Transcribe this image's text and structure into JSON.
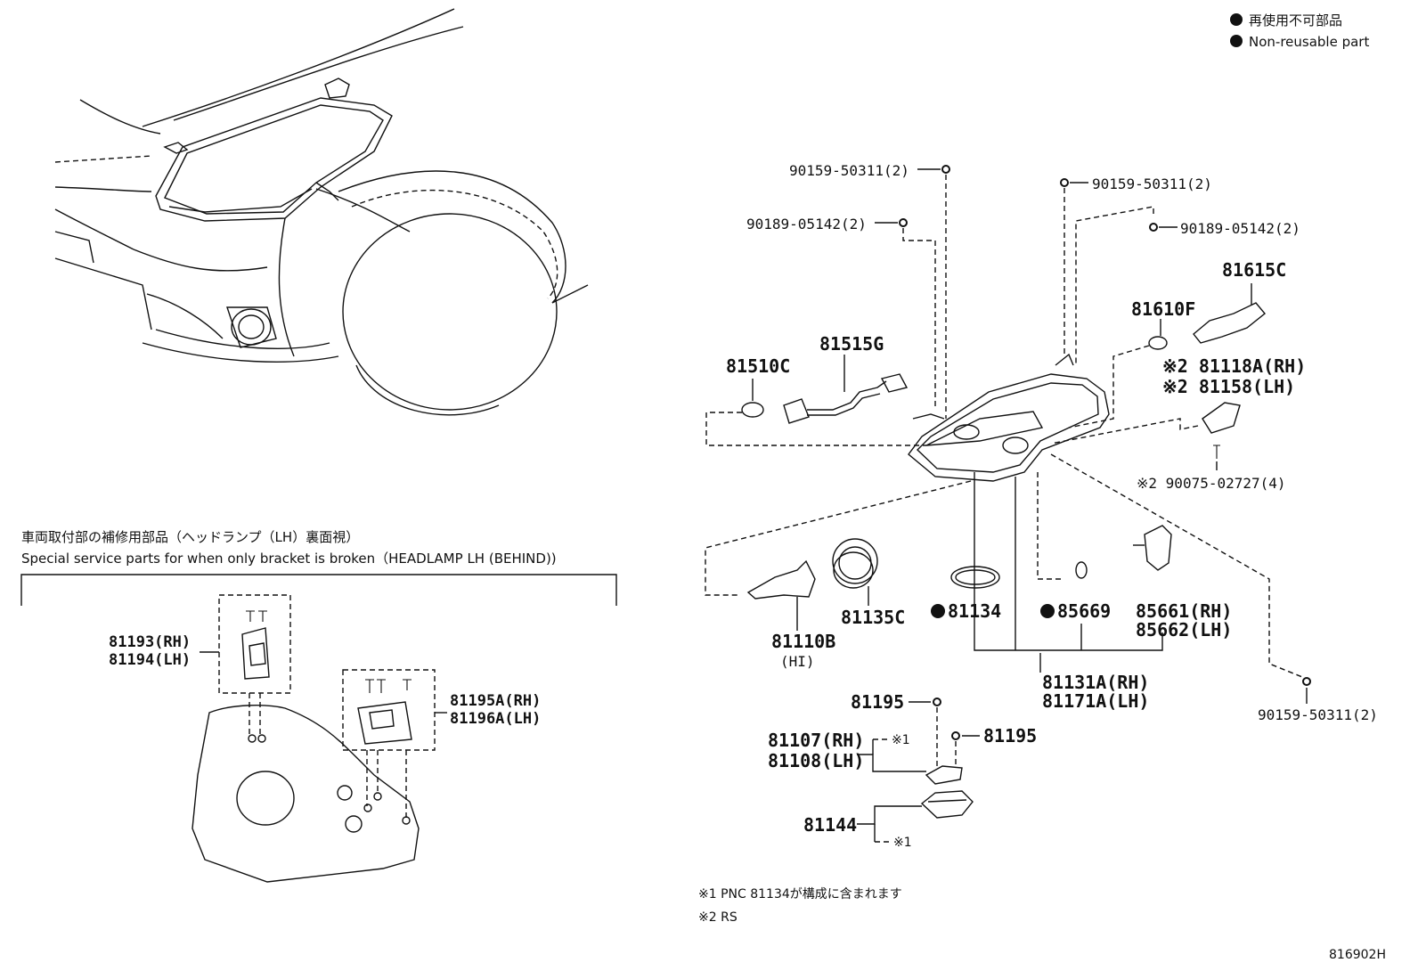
{
  "legend": {
    "jp": "再使用不可部品",
    "en": "Non-reusable part"
  },
  "inset": {
    "title_jp": "車両取付部の補修用部品（ヘッドランプ（LH）裏面視）",
    "title_en": "Special service parts for when only bracket is broken（HEADLAMP LH (BEHIND))"
  },
  "parts": {
    "p81193": "81193(RH)",
    "p81194": "81194(LH)",
    "p81195A": "81195A(RH)",
    "p81196A": "81196A(LH)",
    "p90159_a": "90159-50311(2)",
    "p90189_a": "90189-05142(2)",
    "p90159_b": "90159-50311(2)",
    "p90189_b": "90189-05142(2)",
    "p81615C": "81615C",
    "p81610F": "81610F",
    "p81515G": "81515G",
    "p81510C": "81510C",
    "p81118A": "※2 81118A(RH)",
    "p81158": "※2 81158(LH)",
    "p90075": "※2 90075-02727(4)",
    "p81110B": "81110B",
    "p81110B_sub": "(HI)",
    "p81135C": "81135C",
    "p81134": "81134",
    "p85669": "85669",
    "p85661": "85661(RH)",
    "p85662": "85662(LH)",
    "p81131A": "81131A(RH)",
    "p81171A": "81171A(LH)",
    "p90159_c": "90159-50311(2)",
    "p81195_a": "81195",
    "p81195_b": "81195",
    "p81107": "81107(RH)",
    "p81108": "81108(LH)",
    "p81144": "81144",
    "note1_mark": "※1",
    "note1_mark_b": "※1"
  },
  "notes": {
    "n1": "※1 PNC 81134が構成に含まれます",
    "n2": "※2 RS"
  },
  "figure_code": "816902H"
}
